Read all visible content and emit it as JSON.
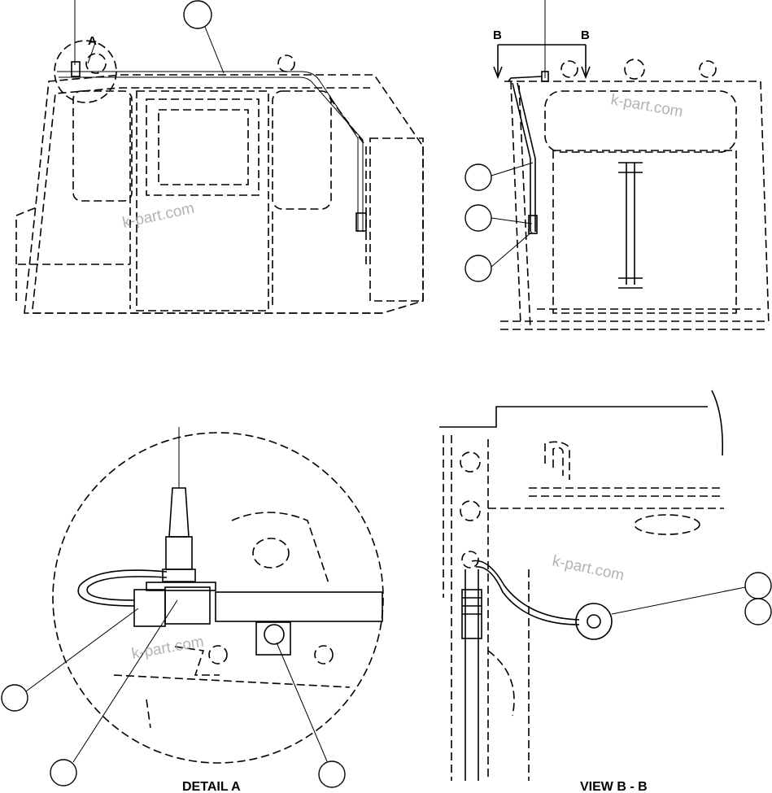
{
  "labels": {
    "detail_marker": "A",
    "section_marker_left": "B",
    "section_marker_right": "B",
    "detail_caption": "DETAIL A",
    "view_caption": "VIEW B - B"
  },
  "watermarks": [
    "k-part.com",
    "k-part.com",
    "k-part.com",
    "k-part.com"
  ]
}
